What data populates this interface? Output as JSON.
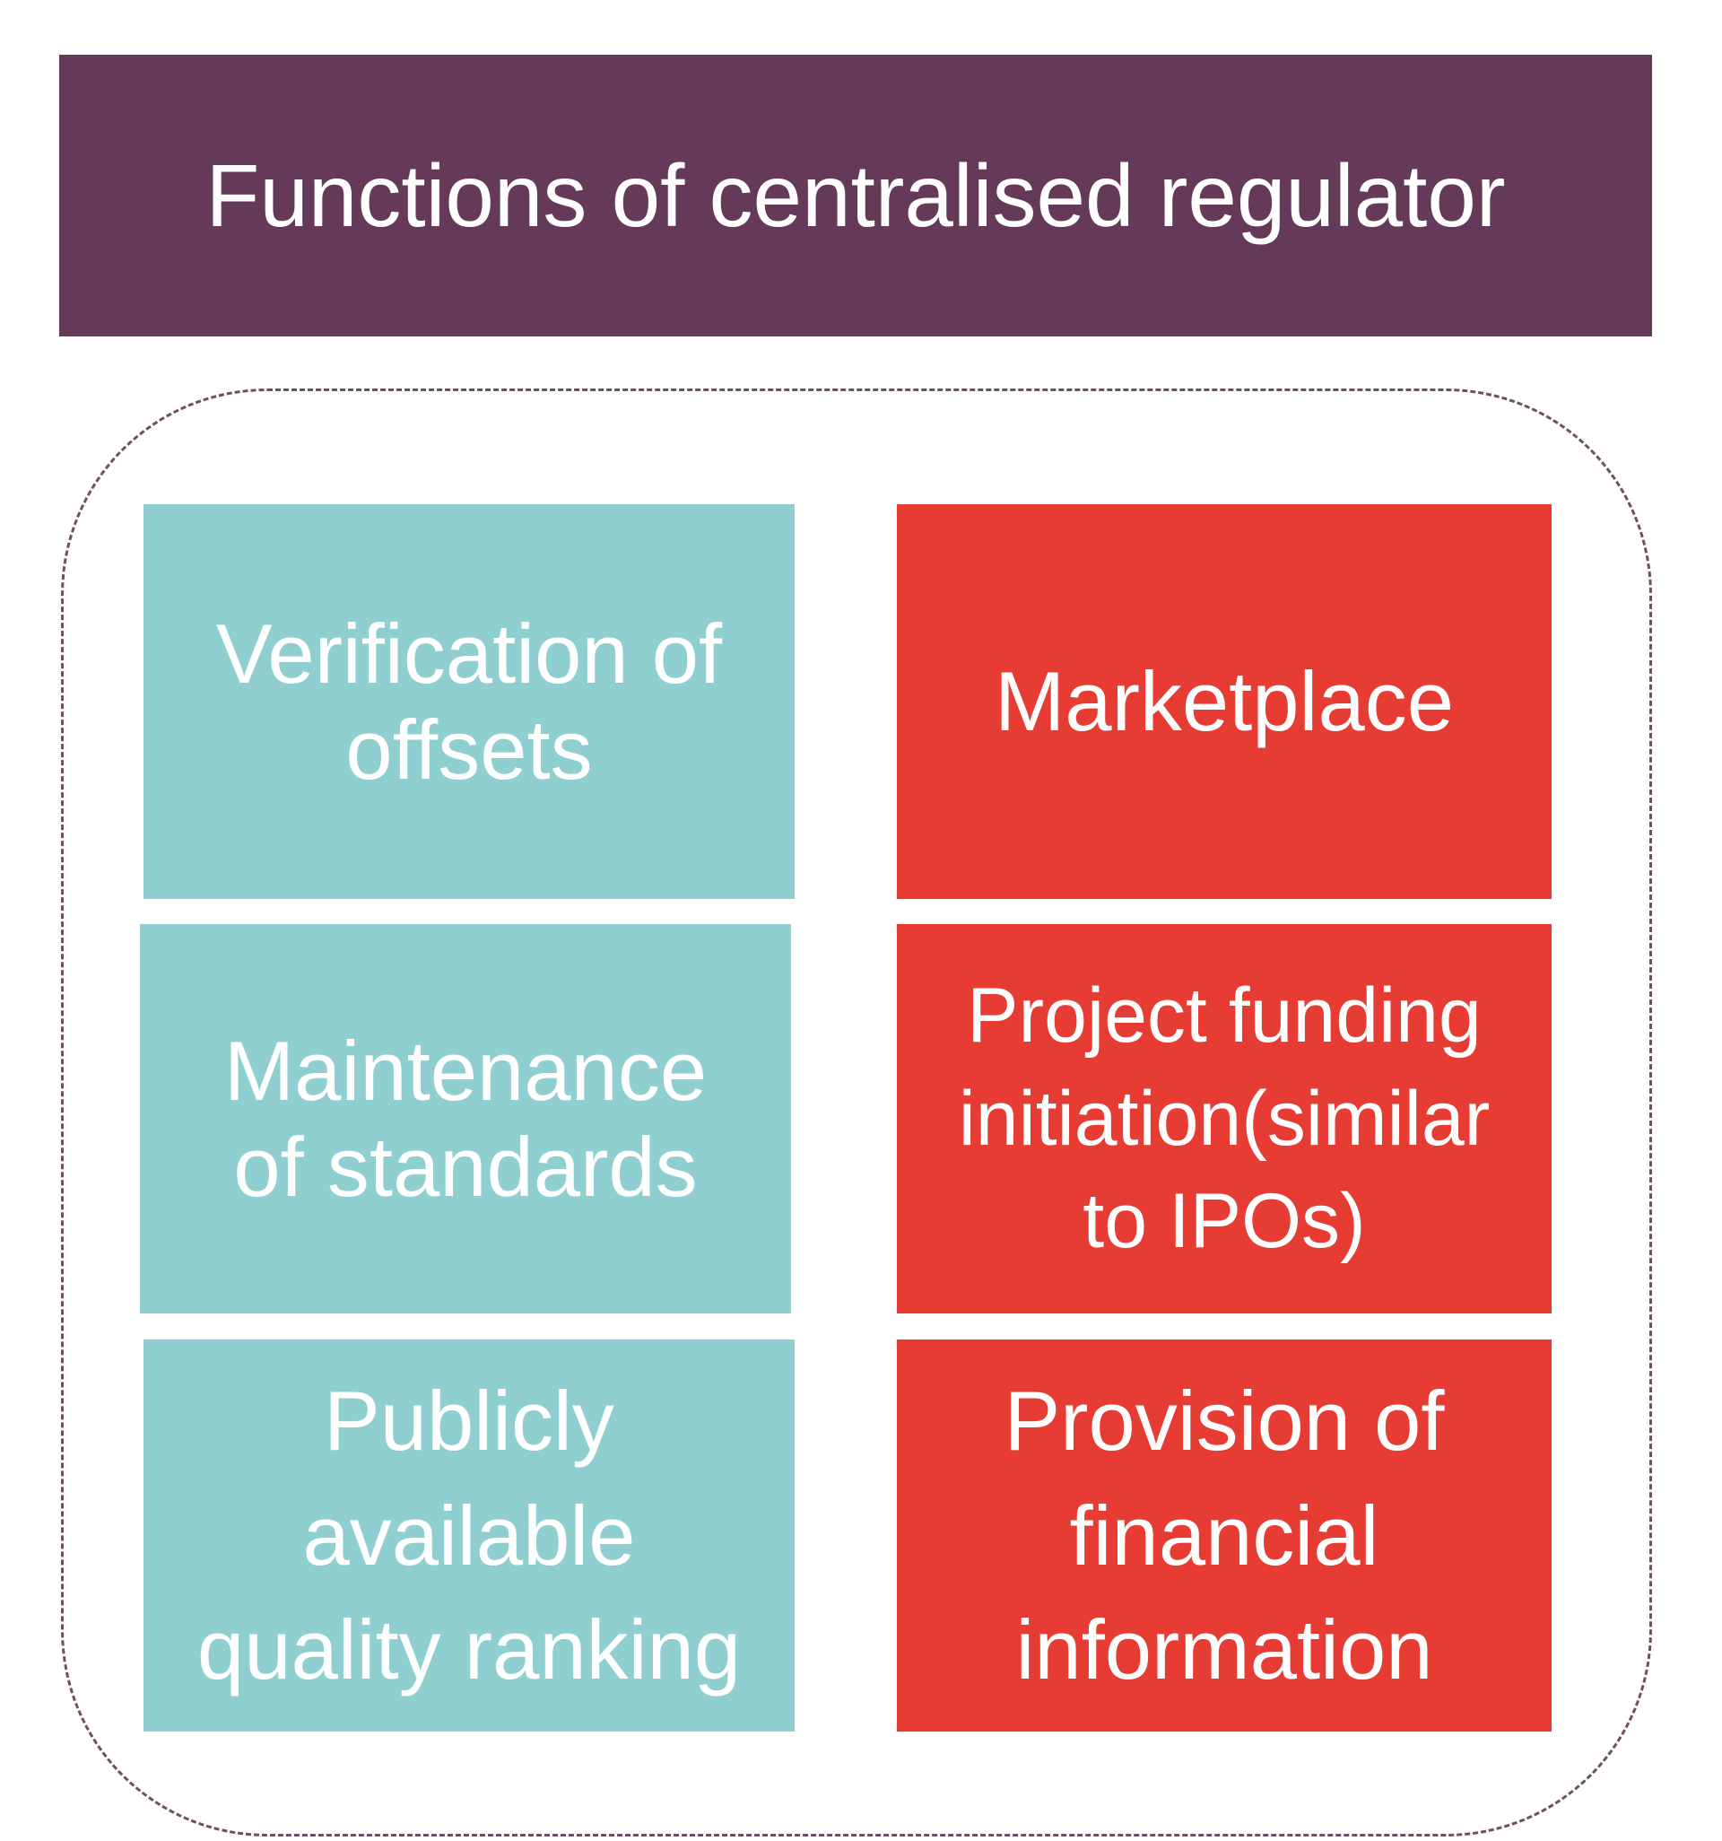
{
  "colors": {
    "header_bg": "#653a58",
    "teal": "#8fcfd0",
    "red": "#e63c33",
    "text": "#ffffff",
    "dashed_border": "#6e4f66"
  },
  "header": {
    "title": "Functions of centralised regulator"
  },
  "boxes": {
    "verification": {
      "lines": [
        "Verification of",
        "offsets"
      ]
    },
    "maintenance": {
      "lines": [
        "Maintenance",
        "of standards"
      ]
    },
    "ranking": {
      "lines": [
        "Publicly",
        "available",
        "quality ranking"
      ]
    },
    "marketplace": {
      "lines": [
        "Marketplace"
      ]
    },
    "funding": {
      "lines": [
        "Project funding",
        "initiation(similar",
        "to IPOs)"
      ]
    },
    "financial": {
      "lines": [
        "Provision of",
        "financial",
        "information"
      ]
    }
  }
}
